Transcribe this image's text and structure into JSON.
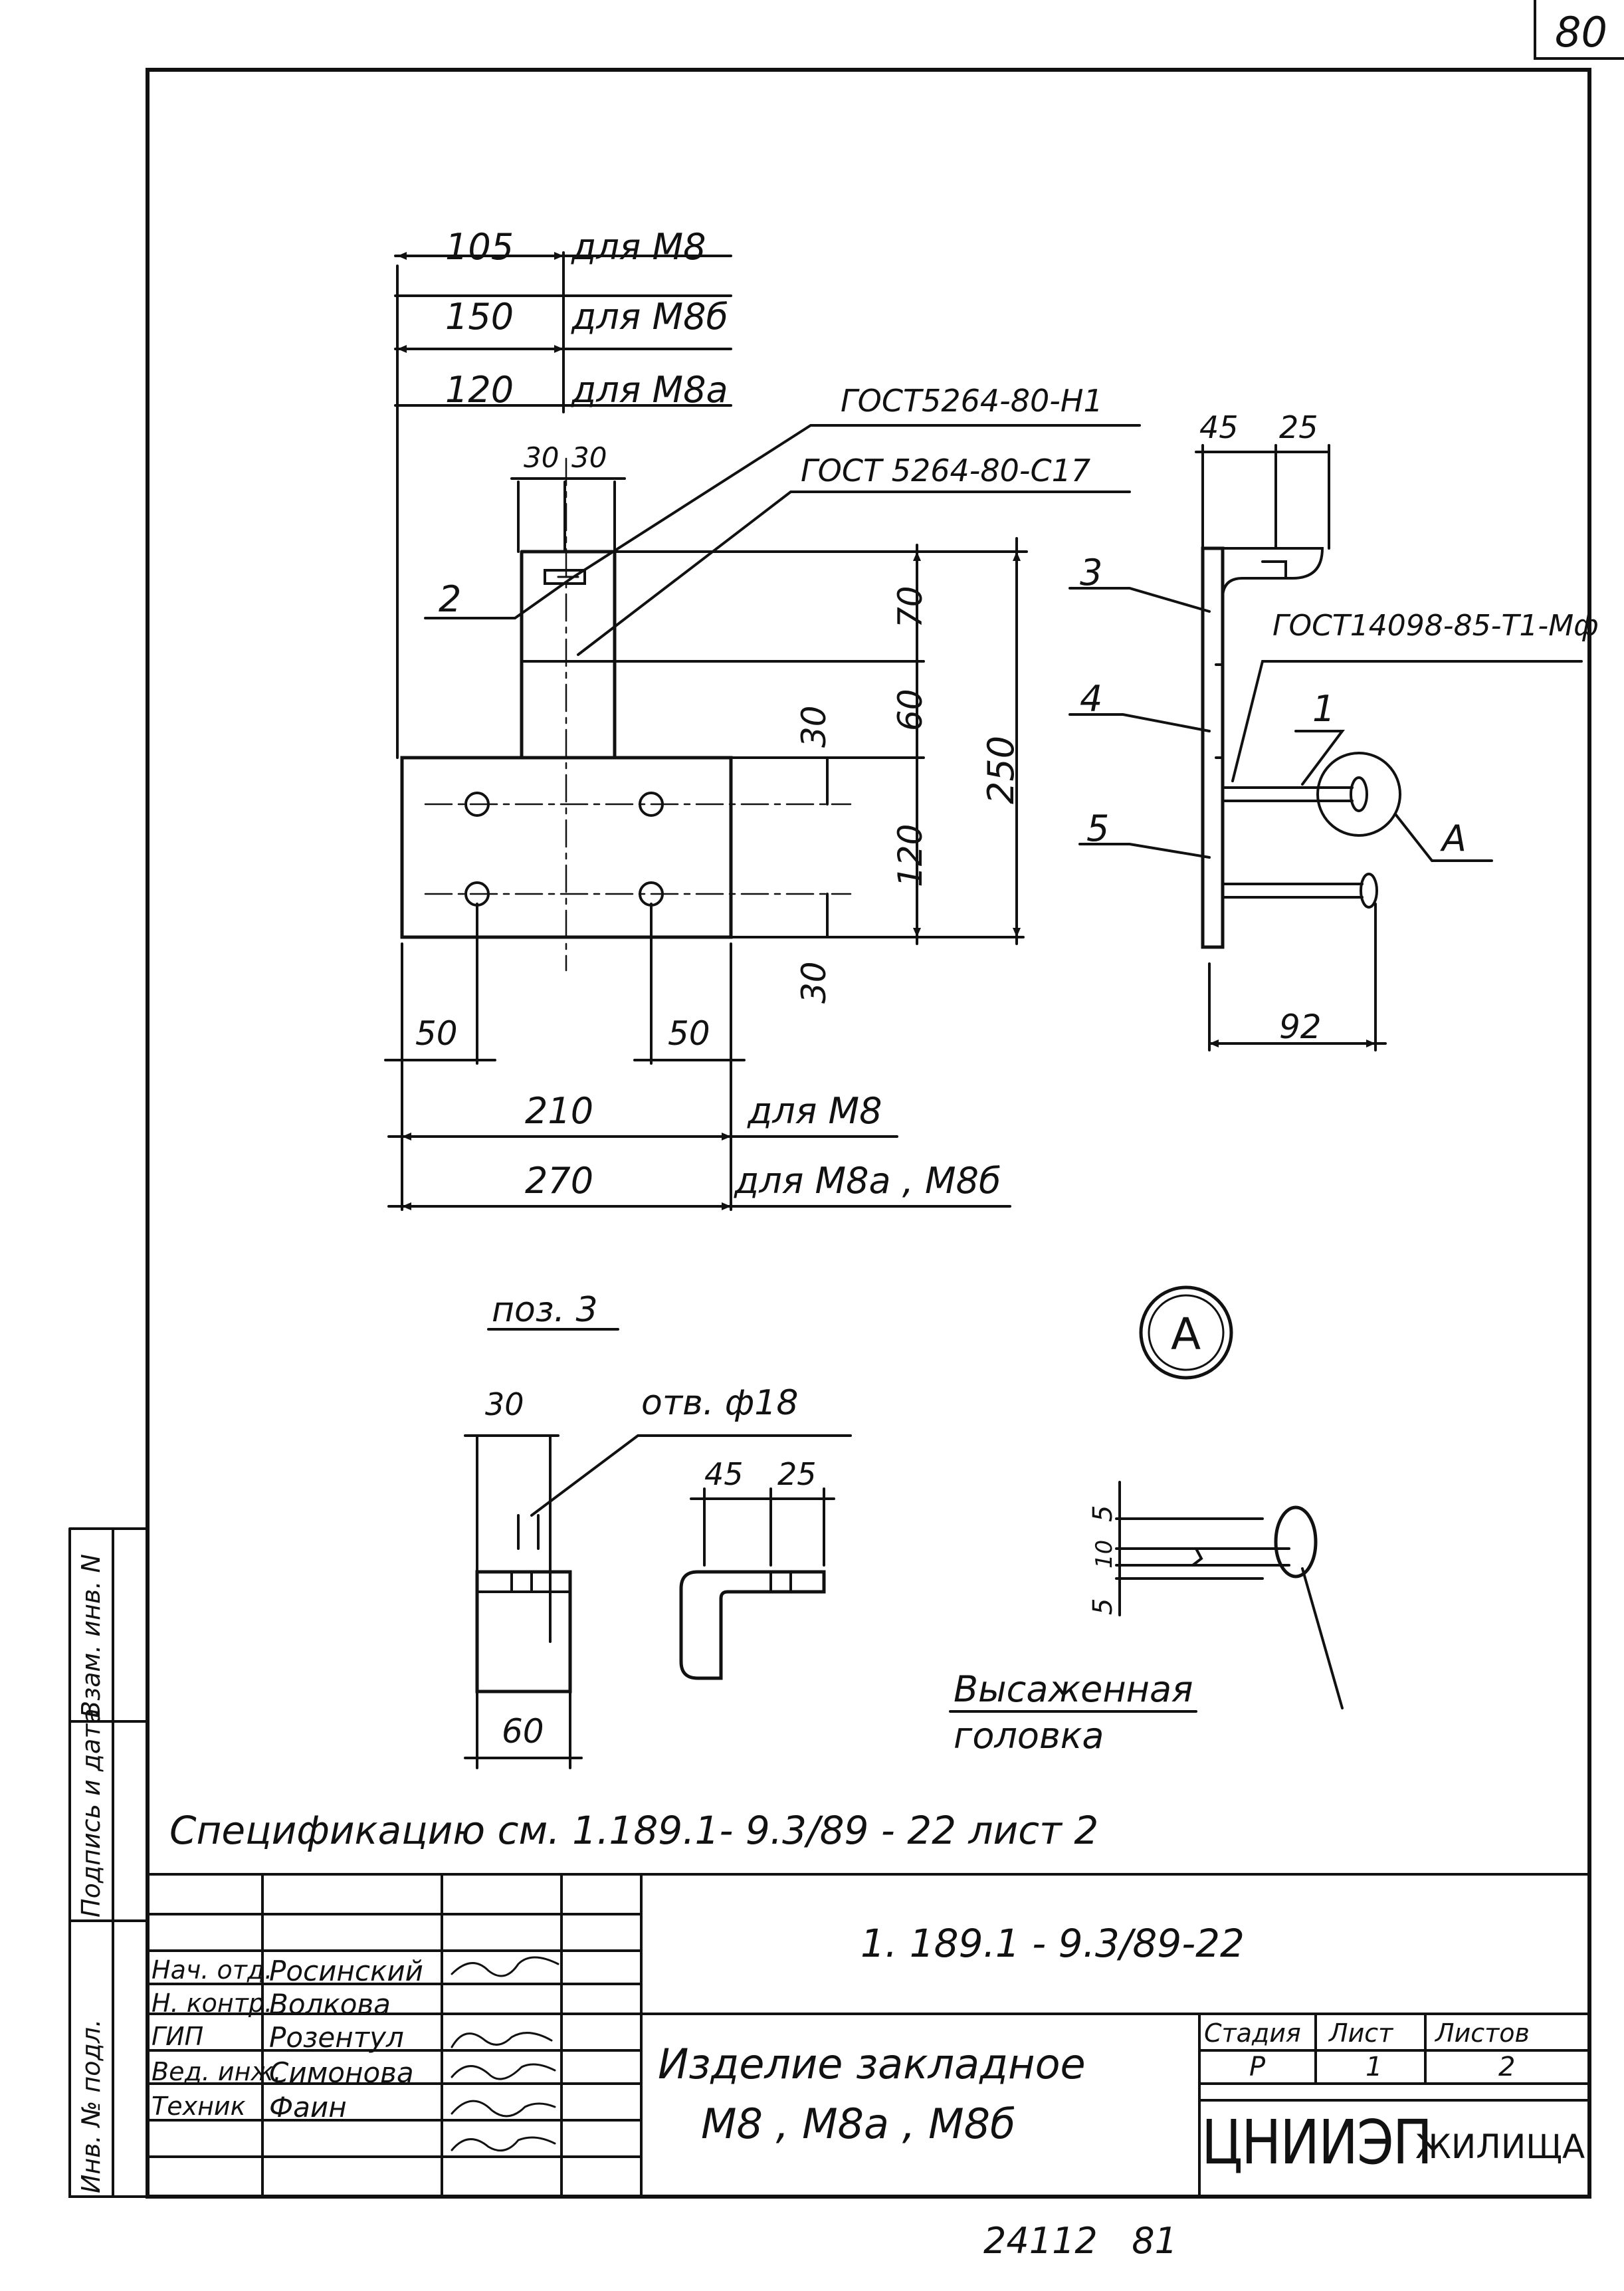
{
  "sheet": {
    "page_number": "80",
    "bottom_numbers": "24112   81"
  },
  "drawing": {
    "dims": {
      "d105": "105",
      "d150": "150",
      "d120top": "120",
      "for_m8": "для М8",
      "for_m8b": "для М8б",
      "for_m8a": "для М8а",
      "d30a": "30",
      "d30b": "30",
      "d70": "70",
      "d60": "60",
      "d30c": "30",
      "d120": "120",
      "d30d": "30",
      "d250": "250",
      "d50a": "50",
      "d50b": "50",
      "d210": "210",
      "for_m8_2": "для М8",
      "d270": "270",
      "for_m8a_m8b": "для М8а , М8б",
      "d45": "45",
      "d25": "25",
      "d92": "92"
    },
    "notes": {
      "gost_h1": "ГОСТ5264-80-Н1",
      "gost_c17": "ГОСТ 5264-80-С17",
      "gost_14098": "ГОСТ14098-85-Т1-Мф",
      "pos1": "1",
      "pos2": "2",
      "pos3": "3",
      "pos4": "4",
      "pos5": "5",
      "callout_a": "А"
    },
    "pos3_detail": {
      "title": "поз. 3",
      "hole": "отв. ф18",
      "d30": "30",
      "d60": "60",
      "d45": "45",
      "d25": "25"
    },
    "detail_a": {
      "label": "А",
      "d5a": "5",
      "d10": "10",
      "d5b": "5",
      "head_line1": "Высаженная",
      "head_line2": "головка"
    },
    "spec_note": "Спецификацию   см.  1.189.1- 9.3/89 - 22  лист 2"
  },
  "side_stamp": {
    "inv_orig": "Инв. № подл.",
    "sign_date": "Подпись и дата",
    "inv_replace": "Взам. инв. N"
  },
  "title_block": {
    "doc_code": "1. 189.1 - 9.3/89-22",
    "people": [
      {
        "role": "Нач. отд.",
        "name": "Росинский"
      },
      {
        "role": "Н. контр.",
        "name": "Волкова"
      },
      {
        "role": "ГИП",
        "name": "Розентул"
      },
      {
        "role": "Вед. инж.",
        "name": "Симонова"
      },
      {
        "role": "Техник",
        "name": "Фаин"
      }
    ],
    "title_line1": "Изделие закладное",
    "title_line2": "М8 , М8а , М8б",
    "stage_label": "Стадия",
    "sheet_label": "Лист",
    "sheets_label": "Листов",
    "stage": "Р",
    "sheet": "1",
    "sheets": "2",
    "org1": "ЦНИИЭП",
    "org2": "ЖИЛИЩА"
  }
}
